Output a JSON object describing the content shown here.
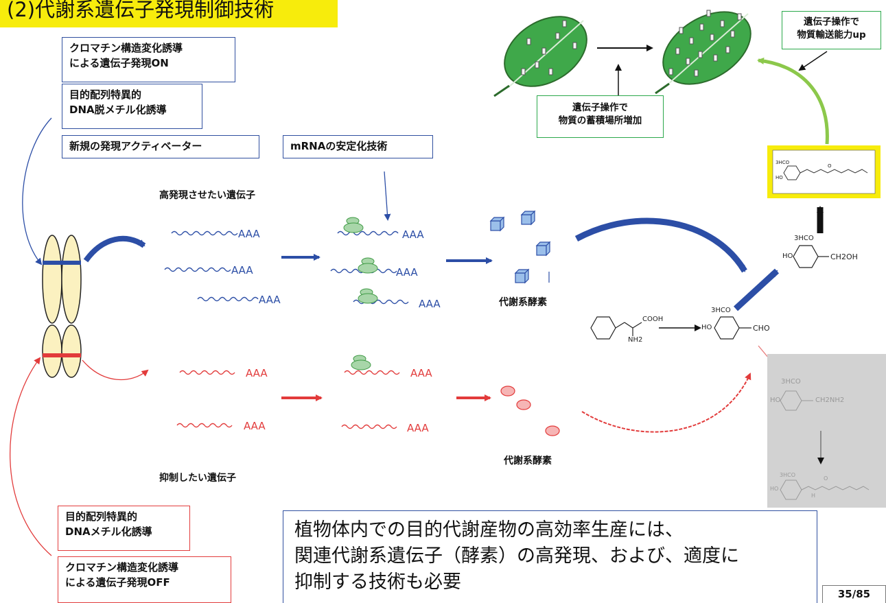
{
  "title": "(2)代謝系遺伝子発現制御技術",
  "boxes": {
    "chromatin_on": "クロマチン構造変化誘導\nによる遺伝子発現ON",
    "demethyl": "目的配列特異的\nDNA脱メチル化誘導",
    "activator": "新規の発現アクティベーター",
    "mrna_stab": "mRNAの安定化技術",
    "methyl": "目的配列特異的\nDNAメチル化誘導",
    "chromatin_off": "クロマチン構造変化誘導\nによる遺伝子発現OFF",
    "accumulation": "遺伝子操作で\n物質の蓄積場所増加",
    "transport": "遺伝子操作で\n物質輸送能力up"
  },
  "labels": {
    "high_gene": "高発現させたい遺伝子",
    "suppress_gene": "抑制したい遺伝子",
    "enzyme_blue": "代謝系酵素",
    "enzyme_red": "代謝系酵素",
    "aaa": "AAA"
  },
  "molecules": {
    "ch2oh": "CH2OH",
    "cho": "CHO",
    "cooh": "COOH",
    "nh2": "NH2",
    "ho": "HO",
    "h3co": "3HCO",
    "ch2nh2": "CH2NH2",
    "h": "H",
    "o": "O"
  },
  "summary": "植物体内での目的代謝産物の高効率生産には、\n関連代謝系遺伝子（酵素）の高発現、および、適度に\n抑制する技術も必要",
  "page_number": "35/85",
  "colors": {
    "blue": "#2c4ea6",
    "red": "#e23b3b",
    "green": "#2aa84a",
    "yellow": "#f7ec0c"
  }
}
